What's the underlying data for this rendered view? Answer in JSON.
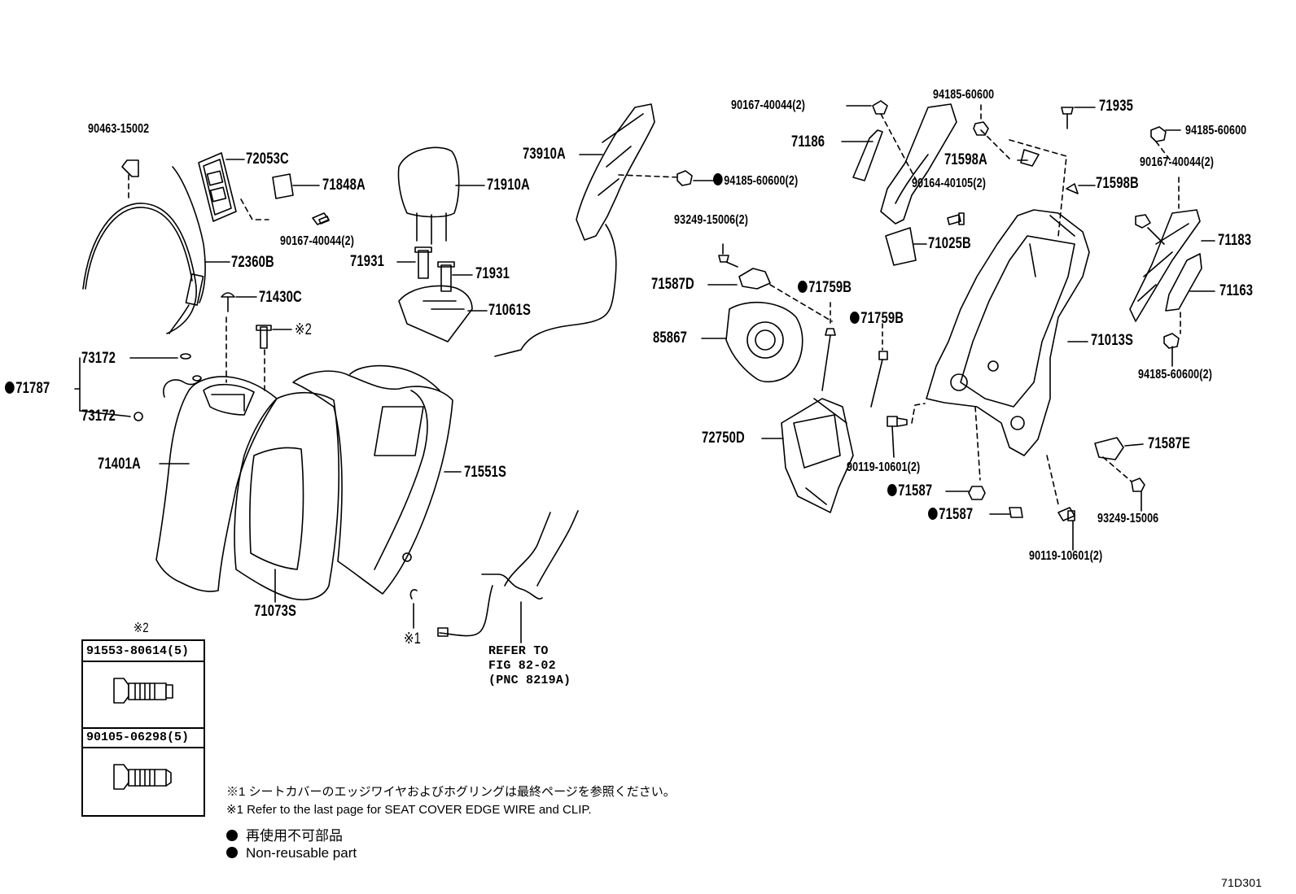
{
  "diagram_id": "71D301",
  "labels": {
    "p90463": "90463-15002",
    "p72053C": "72053C",
    "p71848A": "71848A",
    "p90167a": "90167-40044(2)",
    "p72360B": "72360B",
    "p71430C": "71430C",
    "p73172a": "73172",
    "p73172b": "73172",
    "p71787": "71787",
    "p71401A": "71401A",
    "p71073S": "71073S",
    "p71551S": "71551S",
    "mark2": "※2",
    "mark1": "※1",
    "p71910A": "71910A",
    "p71931a": "71931",
    "p71931b": "71931",
    "p71061S": "71061S",
    "p73910A": "73910A",
    "p94185a": "94185-60600(2)",
    "p93249a": "93249-15006(2)",
    "p71587D": "71587D",
    "p71759Ba": "71759B",
    "p71759Bb": "71759B",
    "p85867": "85867",
    "p72750D": "72750D",
    "p90119a": "90119-10601(2)",
    "p71587a": "71587",
    "p71587b": "71587",
    "p90167b": "90167-40044(2)",
    "p71186": "71186",
    "p94185b": "94185-60600",
    "p71598A": "71598A",
    "p90164": "90164-40105(2)",
    "p71025B": "71025B",
    "p71935": "71935",
    "p71598B": "71598B",
    "p94185c": "94185-60600",
    "p90167c": "90167-40044(2)",
    "p71183": "71183",
    "p71163": "71163",
    "p71013S": "71013S",
    "p94185d": "94185-60600(2)",
    "p71587E": "71587E",
    "p93249b": "93249-15006",
    "p90119b": "90119-10601(2)"
  },
  "refer": {
    "line1": "REFER TO",
    "line2": "FIG 82-02",
    "line3": "(PNC 8219A)"
  },
  "table": {
    "mark": "※2",
    "row1": "91553-80614(5)",
    "row2": "90105-06298(5)"
  },
  "notes": {
    "jp": "※1 シートカバーのエッジワイヤおよびホグリングは最終ページを参照ください。",
    "en": "※1 Refer to the last page for SEAT COVER EDGE WIRE and CLIP."
  },
  "legend": {
    "jp": "再使用不可部品",
    "en": "Non-reusable part"
  }
}
